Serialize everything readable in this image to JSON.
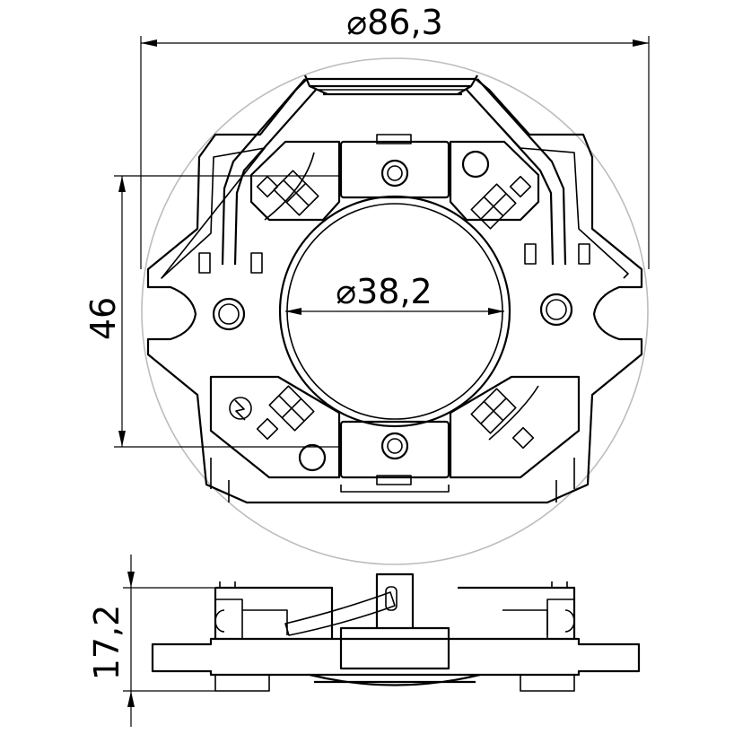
{
  "dimensions": {
    "outer_diameter": "⌀86,3",
    "inner_diameter": "⌀38,2",
    "height_46": "46",
    "height_17_2": "17,2"
  },
  "colors": {
    "line": "#000000",
    "ghost_circle": "#bdbdbd",
    "background": "#ffffff"
  },
  "icons": {
    "earth_symbol": "lightning-circle-icon"
  }
}
